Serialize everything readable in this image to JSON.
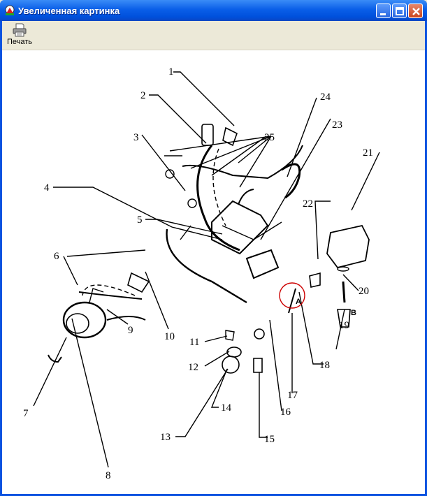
{
  "window": {
    "title": "Увеличенная картинка"
  },
  "toolbar": {
    "print_label": "Печать"
  },
  "diagram": {
    "callouts": [
      "1",
      "2",
      "3",
      "4",
      "5",
      "6",
      "7",
      "8",
      "9",
      "10",
      "11",
      "12",
      "13",
      "14",
      "15",
      "16",
      "17",
      "18",
      "19",
      "20",
      "21",
      "22",
      "23",
      "24",
      "25"
    ],
    "markers": {
      "a": "A",
      "b": "B"
    }
  }
}
